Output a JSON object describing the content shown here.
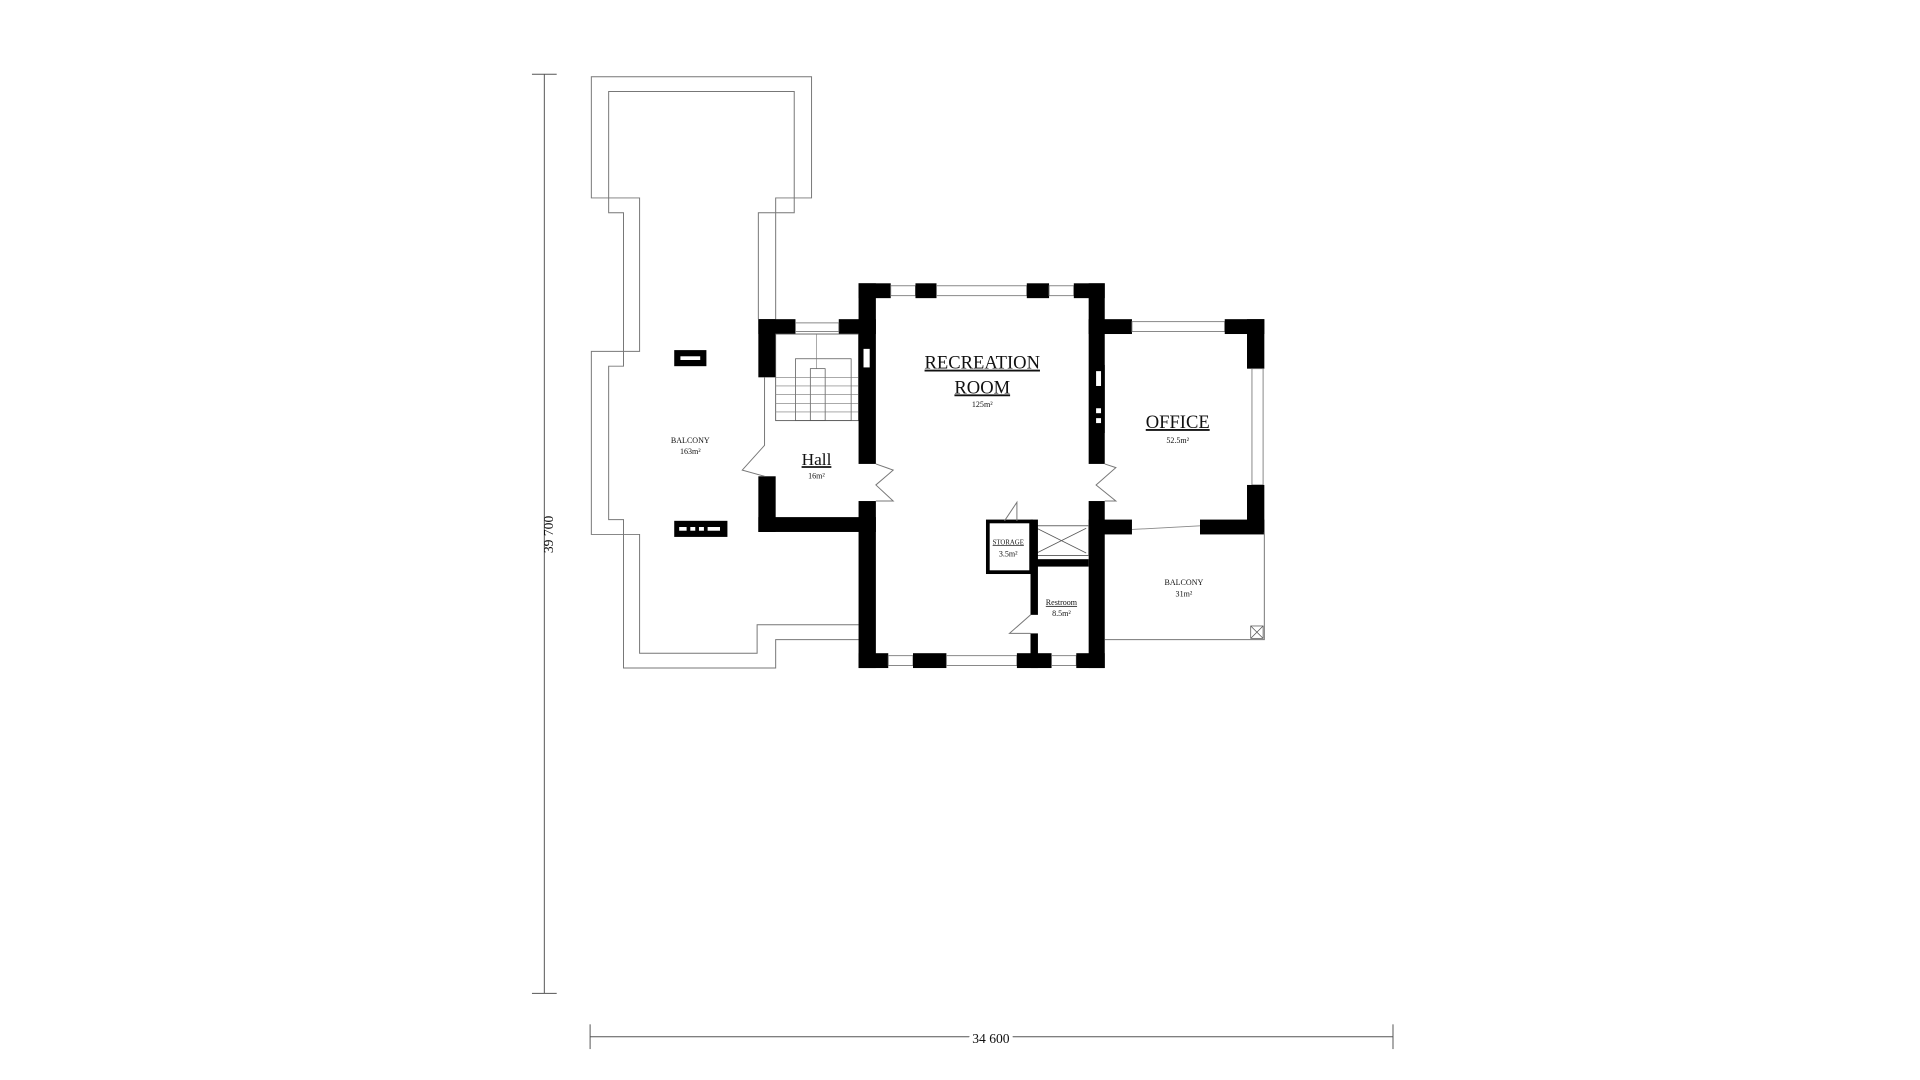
{
  "dimensions": {
    "height_label": "39 700",
    "width_label": "34 600"
  },
  "rooms": {
    "balcony_left": {
      "name": "BALCONY",
      "area": "163m²"
    },
    "hall": {
      "name": "Hall",
      "area": "16m²"
    },
    "recreation": {
      "name_line1": "RECREATION",
      "name_line2": "ROOM",
      "area": "125m²"
    },
    "office": {
      "name": "OFFICE",
      "area": "52.5m²"
    },
    "storage": {
      "name": "STORAGE",
      "area": "3.5m²"
    },
    "restroom": {
      "name": "Restroom",
      "area": "8.5m²"
    },
    "balcony_right": {
      "name": "BALCONY",
      "area": "31m²"
    }
  }
}
